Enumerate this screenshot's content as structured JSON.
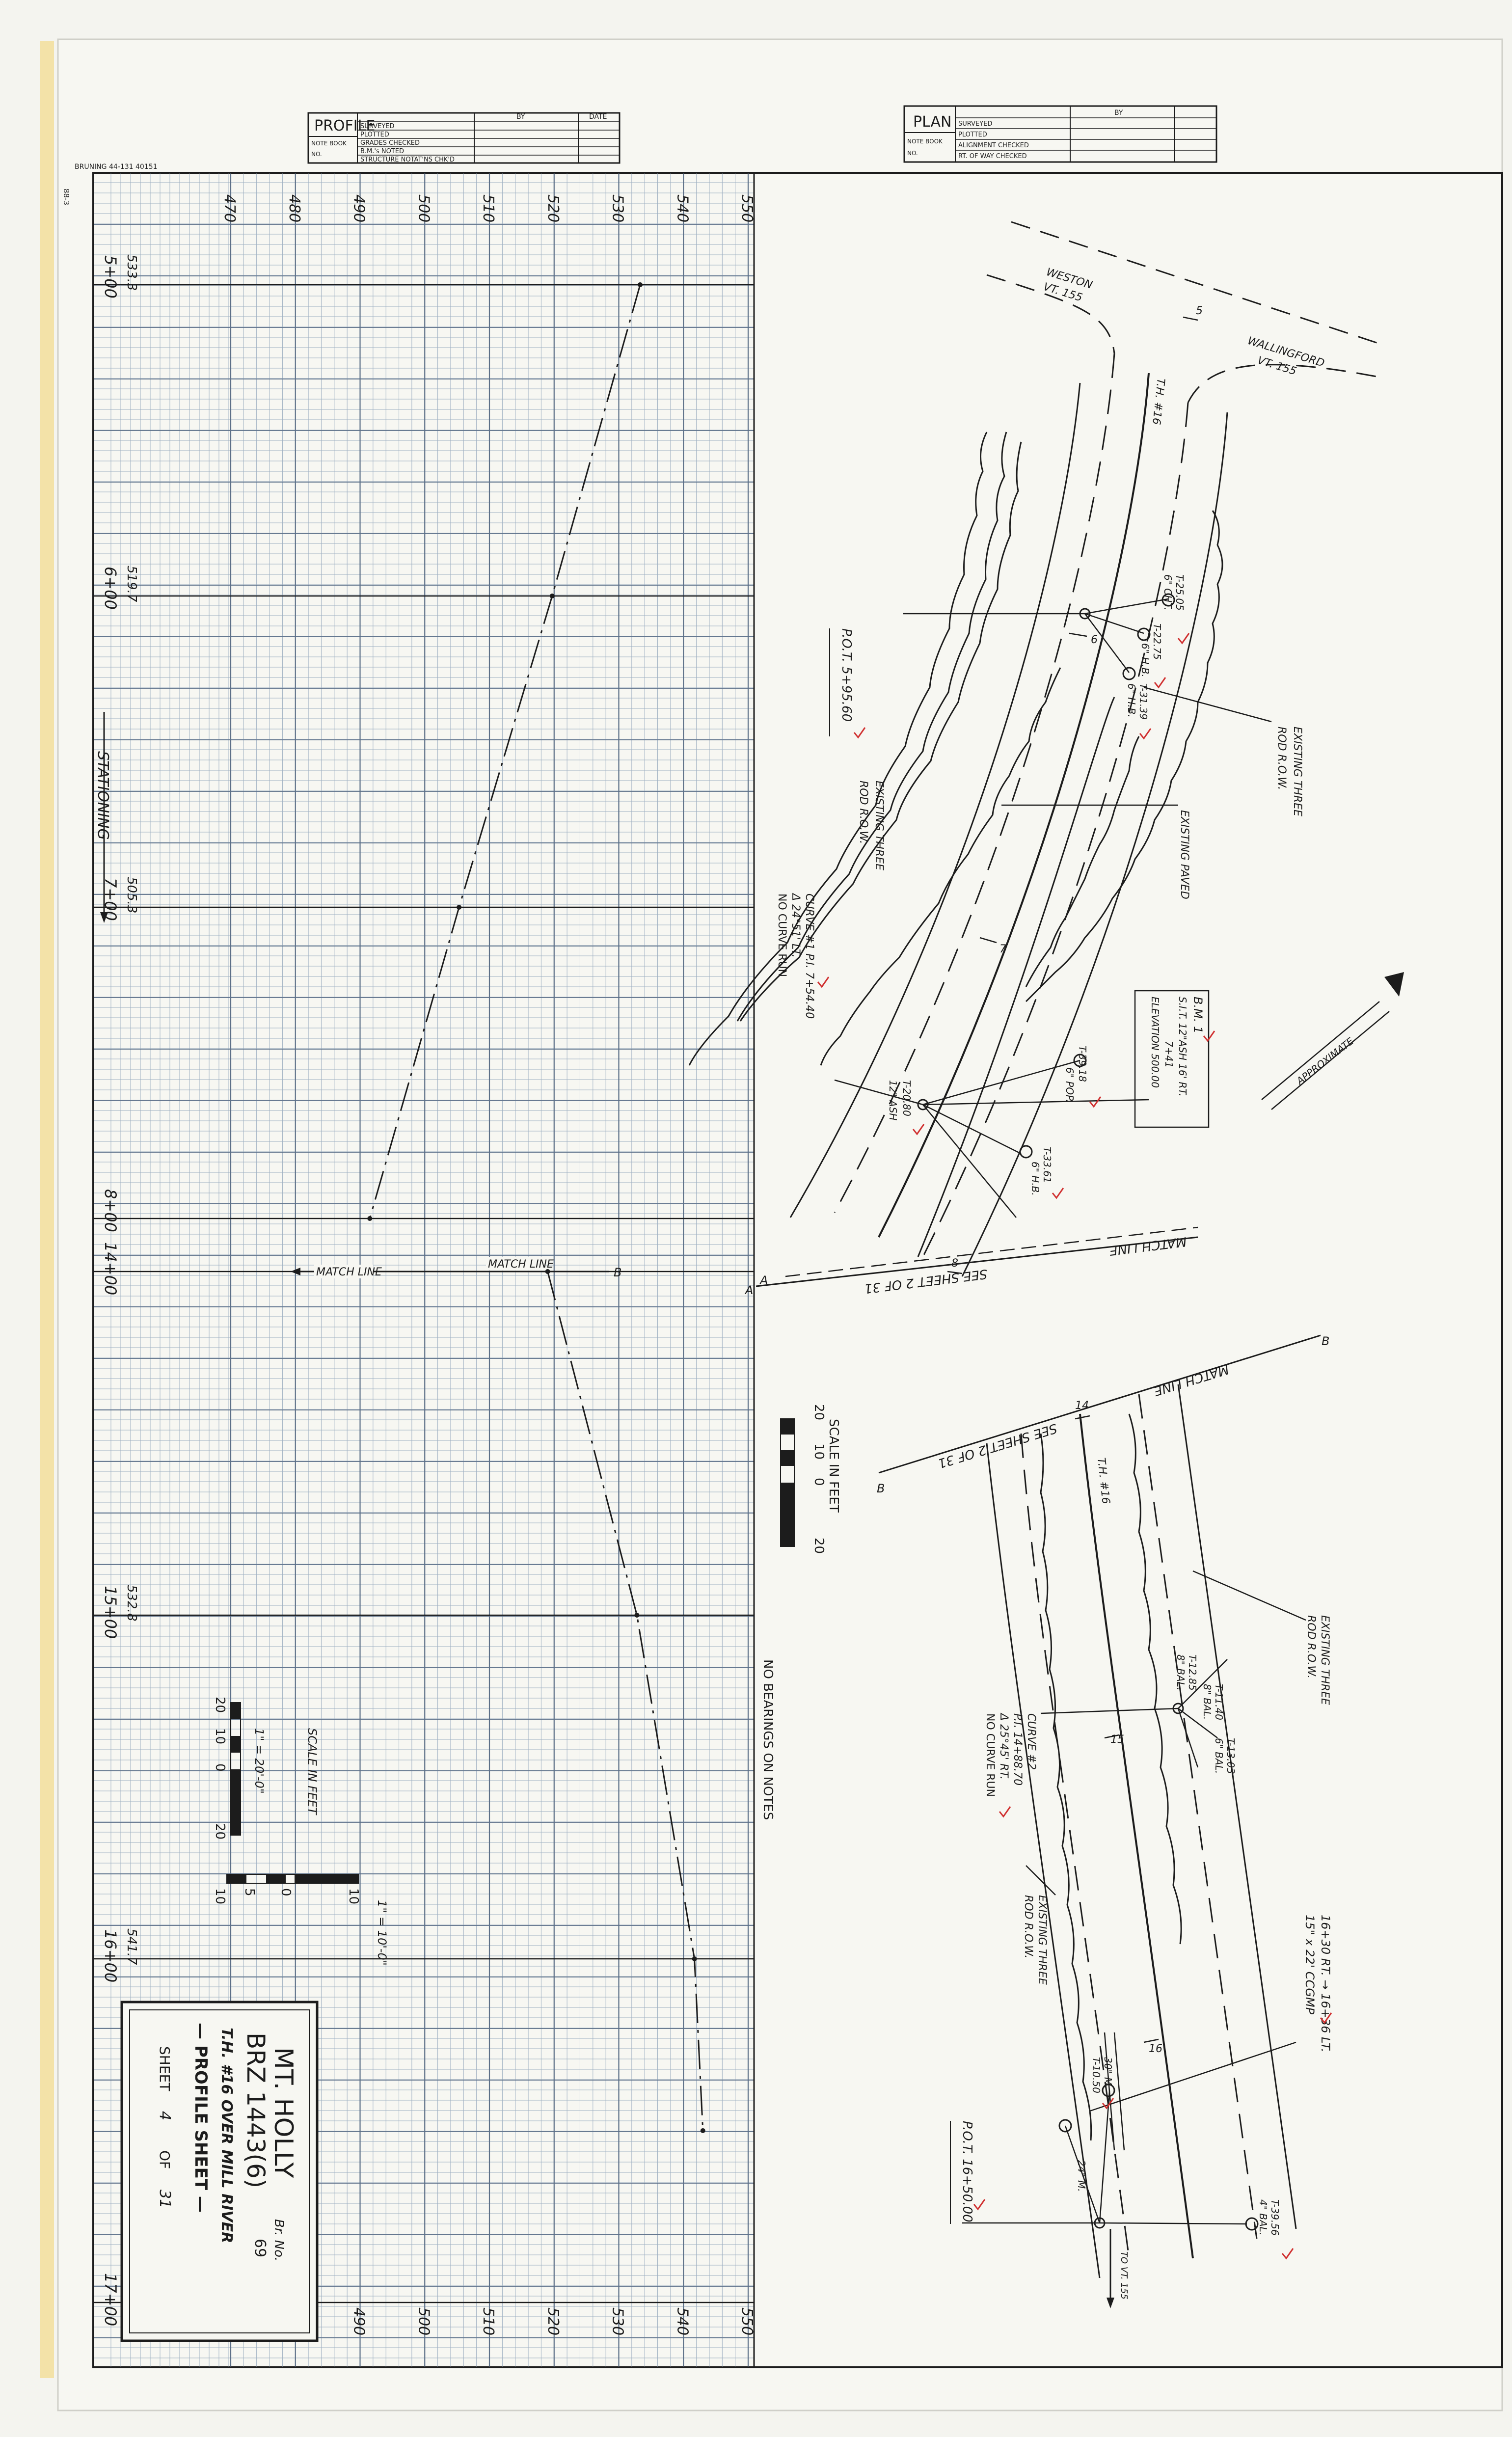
{
  "title_block_profile": {
    "heading": "PROFILE",
    "rows": [
      "SURVEYED",
      "PLOTTED",
      "GRADES CHECKED",
      "B.M.'s NOTED",
      "STRUCTURE NOTAT'NS CHK'D"
    ],
    "col_by": "BY",
    "col_date": "DATE",
    "note_book": "NOTE BOOK",
    "no": "NO."
  },
  "title_block_plan": {
    "heading": "PLAN",
    "rows": [
      "SURVEYED",
      "PLOTTED",
      "ALIGNMENT CHECKED",
      "RT. OF WAY CHECKED"
    ],
    "col_by": "BY",
    "note_book": "NOTE BOOK",
    "no": "NO."
  },
  "paper_code": "BRUNING 44-131 40151",
  "edge_code": "88-3",
  "profile": {
    "elevations": [
      470,
      480,
      490,
      500,
      510,
      520,
      530,
      540,
      550
    ],
    "stations_upper": [
      {
        "label": "5+00",
        "elev_label": "533.3"
      },
      {
        "label": "6+00",
        "elev_label": "519.7"
      },
      {
        "label": "7+00",
        "elev_label": "505.3"
      },
      {
        "label": "8+00"
      }
    ],
    "stations_lower": [
      {
        "label": "14+00"
      },
      {
        "label": "15+00",
        "elev_label": "532.8"
      },
      {
        "label": "16+00",
        "elev_label": "541.7"
      },
      {
        "label": "17+00"
      }
    ],
    "stationing_label": "STATIONING",
    "match_line_1": "MATCH LINE",
    "match_line_2": "MATCH LINE",
    "match_b": "B",
    "scale_title": "SCALE IN FEET",
    "scale_h": [
      "20",
      "10",
      "0",
      "20"
    ],
    "scale_h_text": "1\" = 20'-0\"",
    "scale_v": [
      "10",
      "5",
      "0",
      "10"
    ],
    "scale_v_text": "1\" = 10'-0\""
  },
  "chart_data": {
    "type": "line",
    "xlabel": "STATIONING",
    "series": [
      {
        "name": "",
        "x": [
          "5+00",
          "6+00",
          "7+00",
          "8+00"
        ],
        "y": [
          533.3,
          519.7,
          505.3,
          491.5
        ]
      },
      {
        "name": "",
        "x": [
          "14+00",
          "15+00",
          "16+00",
          "16+50"
        ],
        "y": [
          519.0,
          532.8,
          541.7,
          543.0
        ]
      }
    ],
    "ylim": [
      470,
      550
    ]
  },
  "plan": {
    "road_labels": {
      "weston": "WESTON",
      "vt155_left": "VT. 155",
      "wallingford": "WALLINGFORD",
      "vt155_right": "VT. 155"
    },
    "th16_upper": "T.H. #16",
    "th16_lower": "T.H. #16",
    "pot_upper": "P.O.T. 5+95.60",
    "pot_lower": "P.O.T. 16+50.00",
    "row_upper_right": [
      "EXISTING THREE",
      "ROD R.O.W."
    ],
    "row_upper_left": [
      "EXISTING THREE",
      "ROD R.O.W."
    ],
    "existing_paved": "EXISTING PAVED",
    "curve1": [
      "CURVE #1 P.I. 7+54.40",
      "Δ 24°51' LT.",
      "NO CURVE RUN"
    ],
    "curve2": [
      "CURVE #2",
      "P.I. 14+88.70",
      "Δ 25°45' RT.",
      "NO CURVE RUN"
    ],
    "bm": [
      "B.M. 1",
      "S.I.T. 12\"ASH 16' RT.",
      "7+41",
      "ELEVATION 500.00"
    ],
    "approximate": "APPROXIMATE",
    "trees_upper": [
      {
        "id": "T-25.05",
        "desc": "6\" CHT."
      },
      {
        "id": "T-22.75",
        "desc": "6\" H.B."
      },
      {
        "id": "T-31.39",
        "desc": "6\" H.B."
      },
      {
        "id": "T-20.80",
        "desc": "12\" ASH"
      },
      {
        "id": "T-39.18",
        "desc": "6\" POP."
      },
      {
        "id": "T-33.61",
        "desc": "6\" H.B."
      }
    ],
    "trees_lower": [
      {
        "id": "T-12.85",
        "desc": "8\" BAL."
      },
      {
        "id": "T-11.40",
        "desc": "8\" BAL."
      },
      {
        "id": "T-13.03",
        "desc": "6\" BAL."
      },
      {
        "id": "T-10.50",
        "desc": "30\" M."
      },
      {
        "id": "",
        "desc": "24\" M."
      },
      {
        "id": "T-39.56",
        "desc": "4\" BAL."
      }
    ],
    "match_line_plan_1": "MATCH LINE",
    "see_sheet_1": "SEE SHEET 2 OF 31",
    "match_line_plan_2": "MATCH LINE",
    "see_sheet_2": "SEE SHEET 2 OF 31",
    "letters": {
      "a1": "A",
      "a2": "A",
      "b1": "B",
      "b2": "B"
    },
    "station_ticks": [
      "5",
      "6",
      "7",
      "8",
      "14",
      "15",
      "16"
    ],
    "culvert": [
      "16+30 RT. → 16+36 LT.",
      "15\" x 22' CCGMP"
    ],
    "row_lower": [
      "EXISTING THREE",
      "ROD R.O.W."
    ],
    "row_lower2": [
      "EXISTING THREE",
      "ROD R.O.W."
    ],
    "to_vt155": "TO VT. 155",
    "plan_scale_title": "SCALE IN FEET",
    "plan_scale_vals": [
      "20",
      "10",
      "0",
      "20"
    ],
    "no_bearings": "NO BEARINGS ON NOTES"
  },
  "title_box": {
    "town": "MT. HOLLY",
    "br_no_label": "Br. No.",
    "br_no": "69",
    "project": "BRZ 1443(6)",
    "desc": "T.H. #16 OVER MILL RIVER",
    "sheet_type": "— PROFILE SHEET —",
    "sheet_label": "SHEET",
    "sheet_no": "4",
    "sheet_of": "OF",
    "sheet_total": "31"
  },
  "colors": {
    "paper": "#f4f4ef",
    "ink": "#1c1c1c",
    "grid_minor": "#9fb0c2",
    "grid_major": "#5d7088",
    "check": "#d03030",
    "edge_strip": "#f3e2a8"
  }
}
